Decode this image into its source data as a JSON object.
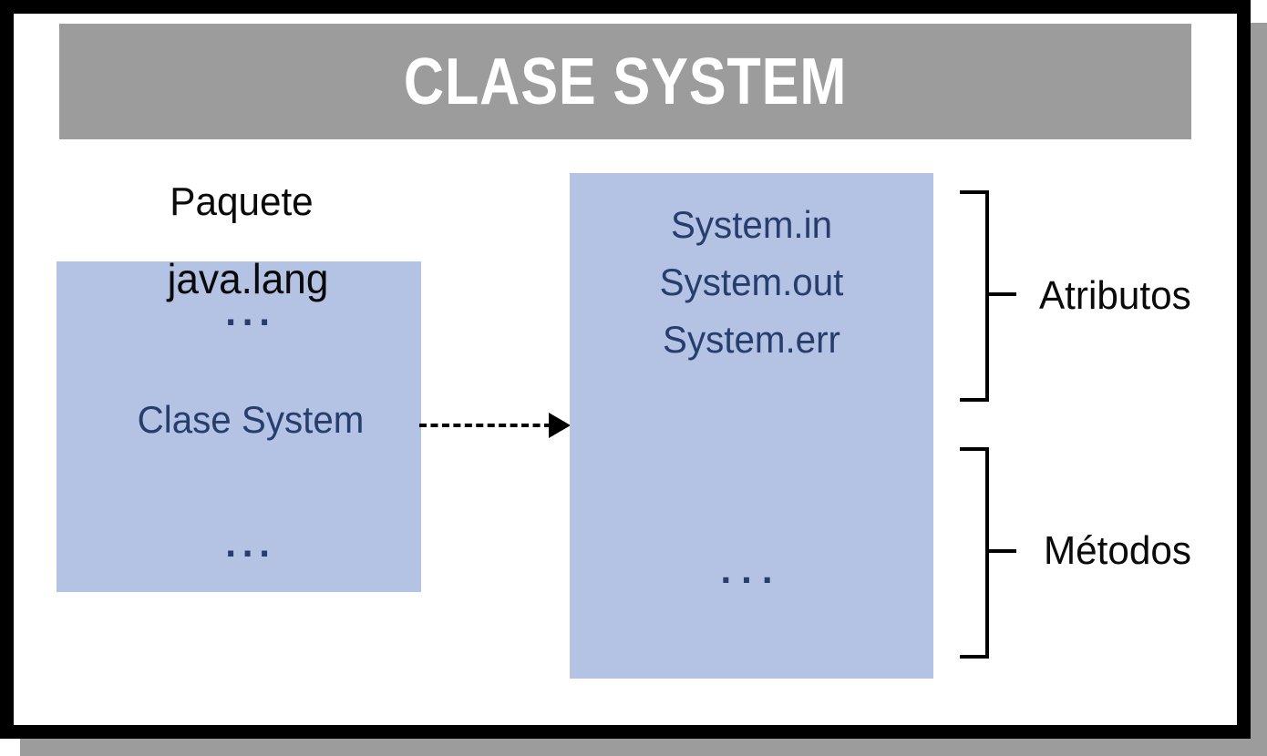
{
  "title": "CLASE SYSTEM",
  "package_panel": {
    "heading": "Paquete",
    "package_name": "java.lang",
    "ellipsis_top": "...",
    "class_name": "Clase System",
    "ellipsis_bottom": "..."
  },
  "class_panel": {
    "attributes": [
      "System.in",
      "System.out",
      "System.err"
    ],
    "ellipsis": "..."
  },
  "annotations": {
    "attributes_label": "Atributos",
    "methods_label": "Métodos"
  },
  "colors": {
    "header_gray": "#9c9c9c",
    "shadow_gray": "#9c9c9c",
    "panel_fill": "#b4c2e4",
    "accent_text": "#263e6d",
    "frame_black": "#000000"
  }
}
